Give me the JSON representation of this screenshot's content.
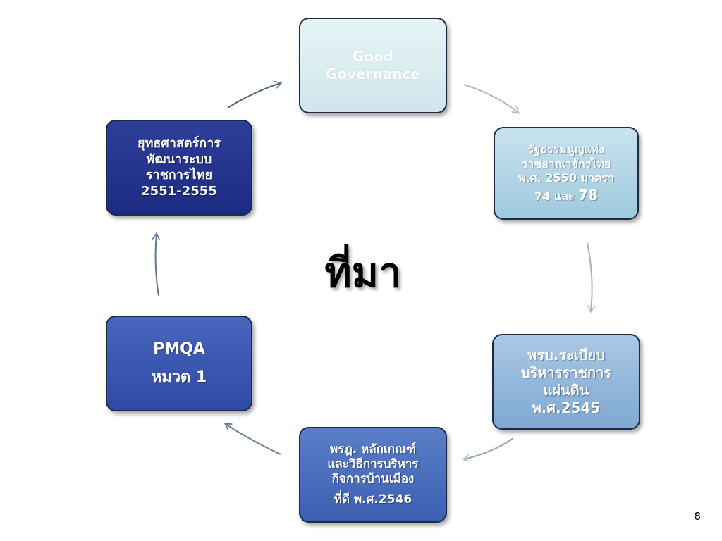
{
  "diagram": {
    "title": "ที่มา",
    "nodes": {
      "good_governance": {
        "lines": [
          "Good",
          "Governance"
        ]
      },
      "constitution": {
        "lines": [
          "รัฐธรรมนูญแห่ง",
          "ราชอาณาจักรไทย",
          "พ.ศ. 2550 มาตรา"
        ],
        "last_prefix": "74 และ ",
        "last_number": "78"
      },
      "decree_admin": {
        "lines": [
          "พรบ.ระเบียบ",
          "บริหารราชการ",
          "แผ่นดิน",
          "พ.ศ.2545"
        ]
      },
      "decree_good": {
        "lines": [
          "พรฎ. หลักเกณฑ์",
          "และวิธีการบริหาร",
          "กิจการบ้านเมือง"
        ],
        "last_line": "ที่ดี พ.ศ.2546"
      },
      "pmqa": {
        "lines": [
          "PMQA",
          "หมวด 1"
        ]
      },
      "strategy": {
        "lines": [
          "ยุทธศาสตร์การ",
          "พัฒนาระบบ",
          "ราชการไทย",
          "2551-2555"
        ]
      }
    }
  },
  "footer": {
    "page_number": "8"
  },
  "colors": {
    "arrow_light": "#a9bcc4",
    "arrow_dark": "#5f7590"
  }
}
